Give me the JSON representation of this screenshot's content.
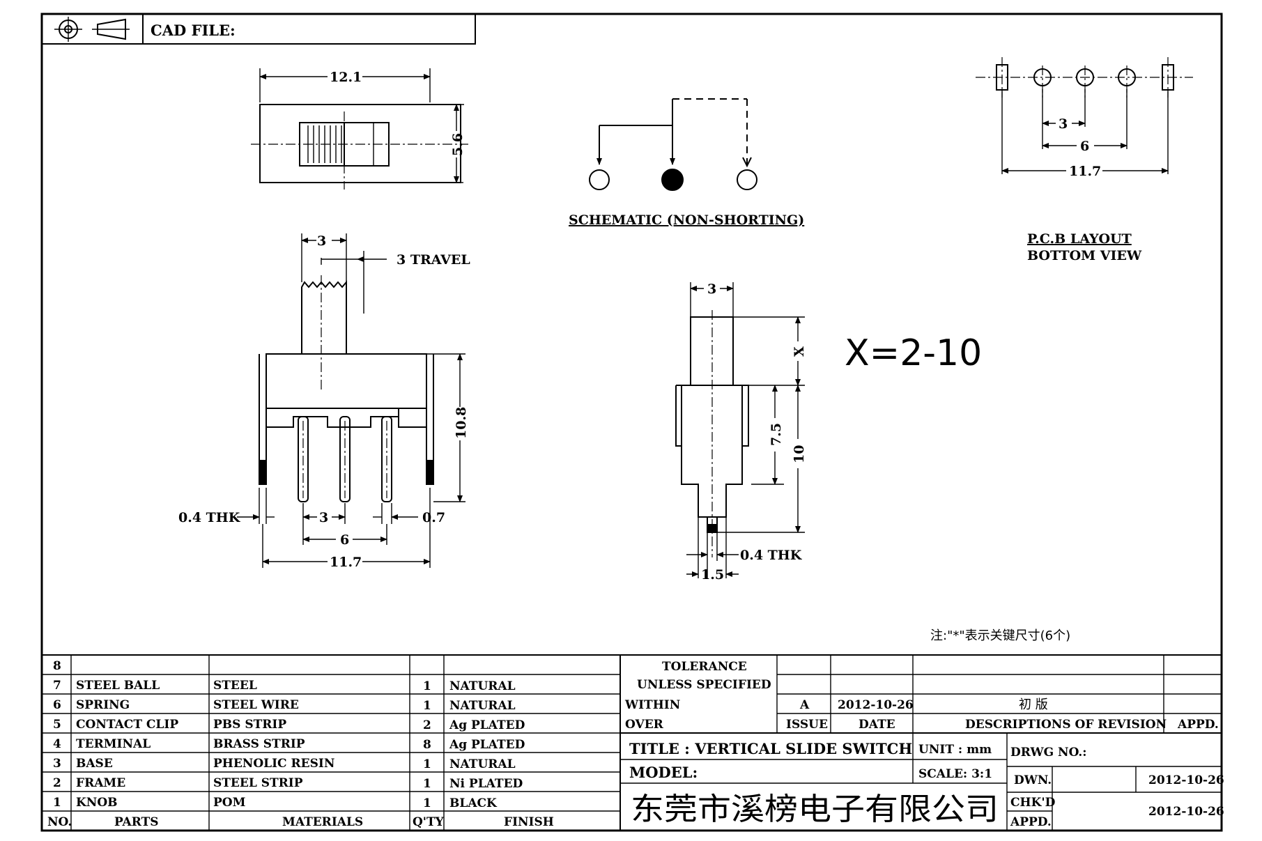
{
  "header": {
    "cad_file_label": "CAD FILE:"
  },
  "top_view": {
    "width_dim": "12.1",
    "height_dim": "5.6"
  },
  "schematic": {
    "title": "SCHEMATIC (NON-SHORTING)"
  },
  "pcb": {
    "dim_3": "3",
    "dim_6": "6",
    "dim_117": "11.7",
    "title": "P.C.B LAYOUT",
    "subtitle": "BOTTOM VIEW"
  },
  "front_view": {
    "dim_top3": "3",
    "travel": "3 TRAVEL",
    "height": "10.8",
    "thk": "0.4 THK",
    "pitch3": "3",
    "pitch6": "6",
    "pin07": "0.7",
    "width": "11.7"
  },
  "side_view": {
    "dim_top3": "3",
    "x_label": "X",
    "dim75": "7.5",
    "dim10": "10",
    "thk": "0.4 THK",
    "dim15": "1.5"
  },
  "x_range": "X=2-10",
  "note": "注:\"*\"表示关键尺寸(6个)",
  "bom": {
    "rows": [
      {
        "no": "8",
        "part": "",
        "material": "",
        "qty": "",
        "finish": ""
      },
      {
        "no": "7",
        "part": "STEEL BALL",
        "material": "STEEL",
        "qty": "1",
        "finish": "NATURAL"
      },
      {
        "no": "6",
        "part": "SPRING",
        "material": "STEEL WIRE",
        "qty": "1",
        "finish": "NATURAL"
      },
      {
        "no": "5",
        "part": "CONTACT CLIP",
        "material": "PBS STRIP",
        "qty": "2",
        "finish": "Ag PLATED"
      },
      {
        "no": "4",
        "part": "TERMINAL",
        "material": "BRASS STRIP",
        "qty": "8",
        "finish": "Ag PLATED"
      },
      {
        "no": "3",
        "part": "BASE",
        "material": "PHENOLIC RESIN",
        "qty": "1",
        "finish": "NATURAL"
      },
      {
        "no": "2",
        "part": "FRAME",
        "material": "STEEL STRIP",
        "qty": "1",
        "finish": "Ni PLATED"
      },
      {
        "no": "1",
        "part": "KNOB",
        "material": "POM",
        "qty": "1",
        "finish": "BLACK"
      }
    ],
    "headers": {
      "no": "NO.",
      "parts": "PARTS",
      "materials": "MATERIALS",
      "qty": "Q'TY",
      "finish": "FINISH"
    }
  },
  "title_block": {
    "tolerance": "TOLERANCE",
    "unless": "UNLESS SPECIFIED",
    "within": "WITHIN",
    "over": "OVER",
    "rev_issue": "A",
    "rev_date": "2012-10-26",
    "rev_desc": "初 版",
    "issue": "ISSUE",
    "date": "DATE",
    "descriptions": "DESCRIPTIONS OF REVISION",
    "appd": "APPD.",
    "title": "TITLE :  VERTICAL SLIDE SWITCH",
    "unit": "UNIT :  mm",
    "drwg_no": "DRWG NO.:",
    "model": "MODEL:",
    "scale": "SCALE:  3:1",
    "dwn": "DWN.",
    "dwn_date": "2012-10-26",
    "company": "东莞市溪榜电子有限公司",
    "chkd": "CHK'D",
    "appd2": "APPD.",
    "chk_date": "2012-10-26"
  }
}
